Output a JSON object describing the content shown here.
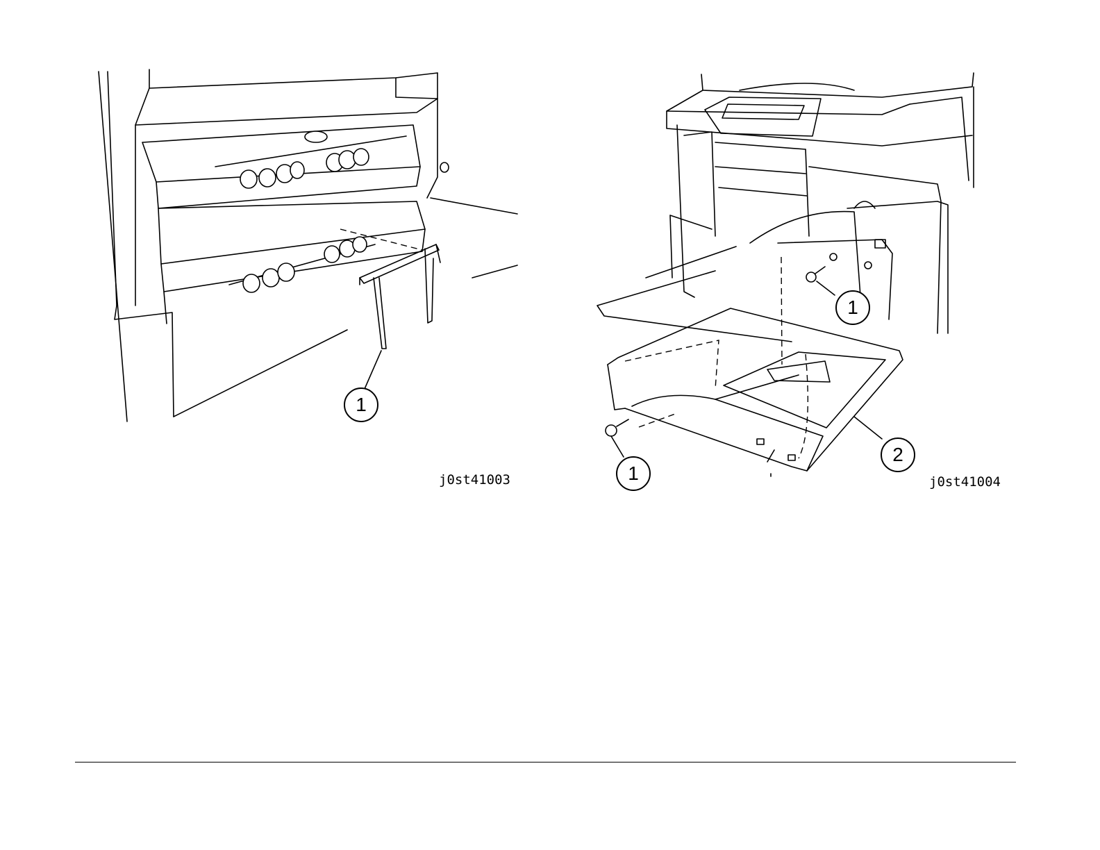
{
  "figures": [
    {
      "id": "j0st41003",
      "callouts": [
        "1"
      ]
    },
    {
      "id": "j0st41004",
      "callouts": [
        "1",
        "1",
        "2"
      ]
    }
  ],
  "colors": {
    "line": "#000000",
    "background": "#ffffff"
  }
}
